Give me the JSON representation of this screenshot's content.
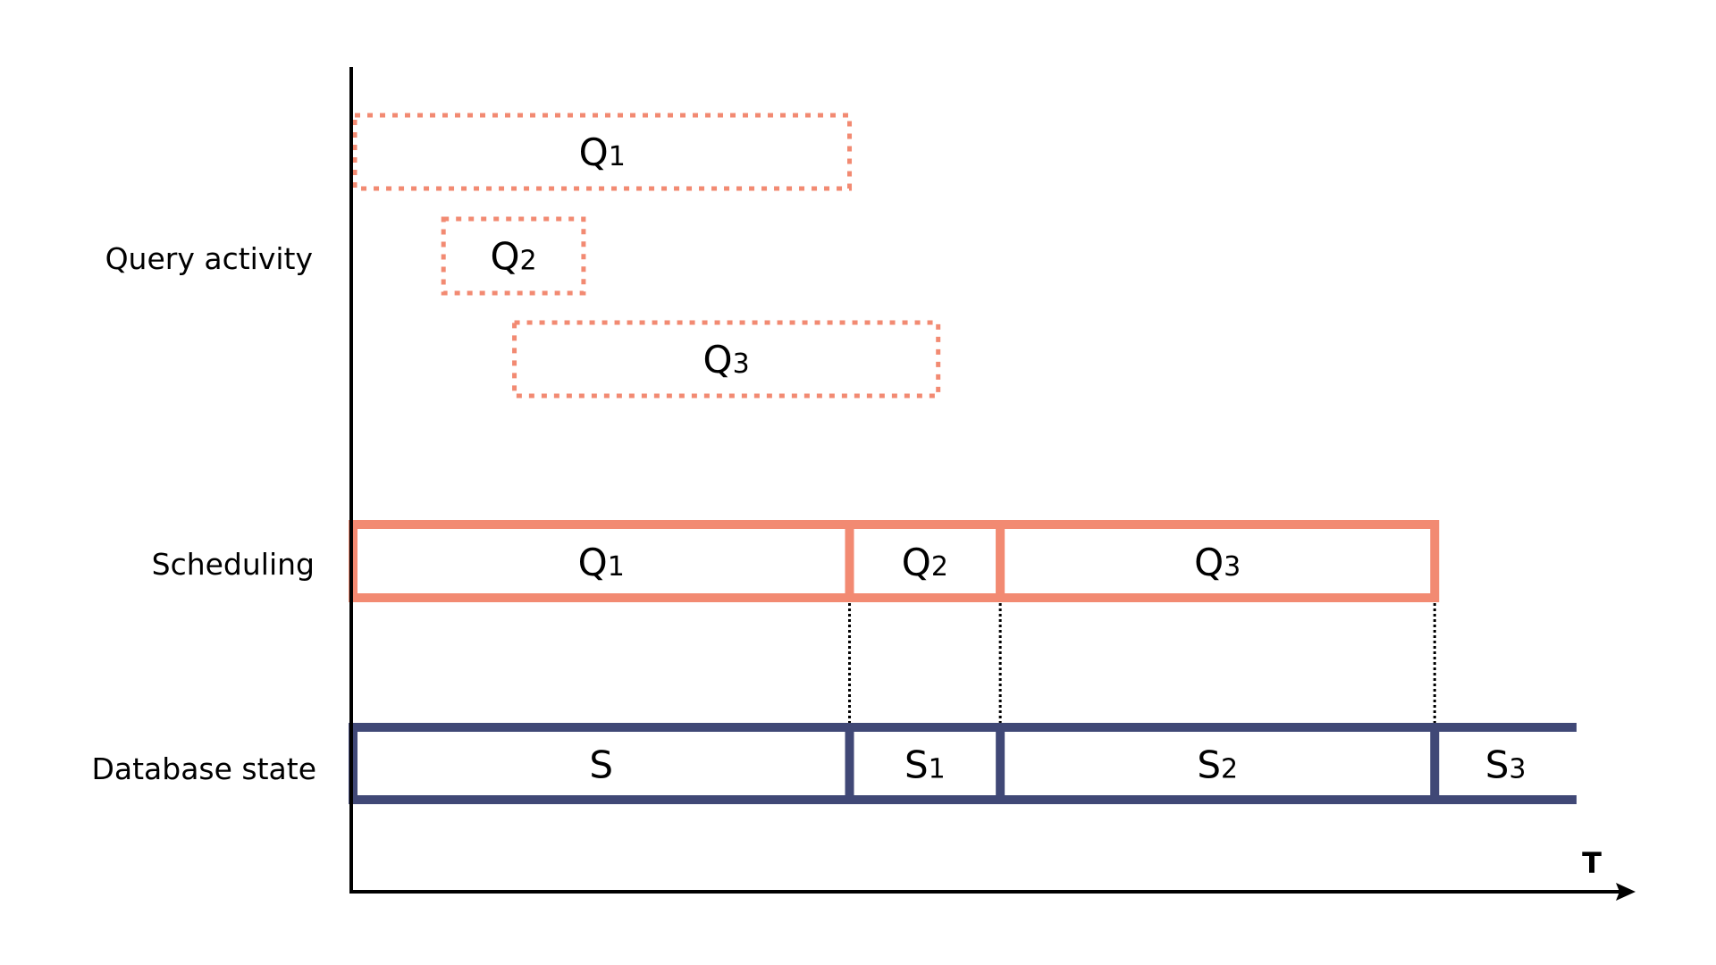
{
  "colors": {
    "query": "#F28A72",
    "state": "#404876",
    "axis": "#000000"
  },
  "lanes": {
    "query_activity": "Query activity",
    "scheduling": "Scheduling",
    "database_state": "Database state"
  },
  "axis": {
    "time_label": "T"
  },
  "query_activity": [
    {
      "name": "Q",
      "sub": "1",
      "start": 0,
      "end": 5.6
    },
    {
      "name": "Q",
      "sub": "2",
      "start": 1.0,
      "end": 2.6
    },
    {
      "name": "Q",
      "sub": "3",
      "start": 1.8,
      "end": 6.6
    }
  ],
  "scheduling": [
    {
      "name": "Q",
      "sub": "1",
      "start": 0,
      "end": 5.6
    },
    {
      "name": "Q",
      "sub": "2",
      "start": 5.6,
      "end": 7.3
    },
    {
      "name": "Q",
      "sub": "3",
      "start": 7.3,
      "end": 12.2
    }
  ],
  "database_state": [
    {
      "name": "S",
      "sub": "",
      "start": 0,
      "end": 5.6
    },
    {
      "name": "S",
      "sub": "1",
      "start": 5.6,
      "end": 7.3
    },
    {
      "name": "S",
      "sub": "2",
      "start": 7.3,
      "end": 12.2
    },
    {
      "name": "S",
      "sub": "3",
      "start": 12.2,
      "end": 13.8
    }
  ],
  "transitions": [
    5.6,
    7.3,
    12.2
  ]
}
